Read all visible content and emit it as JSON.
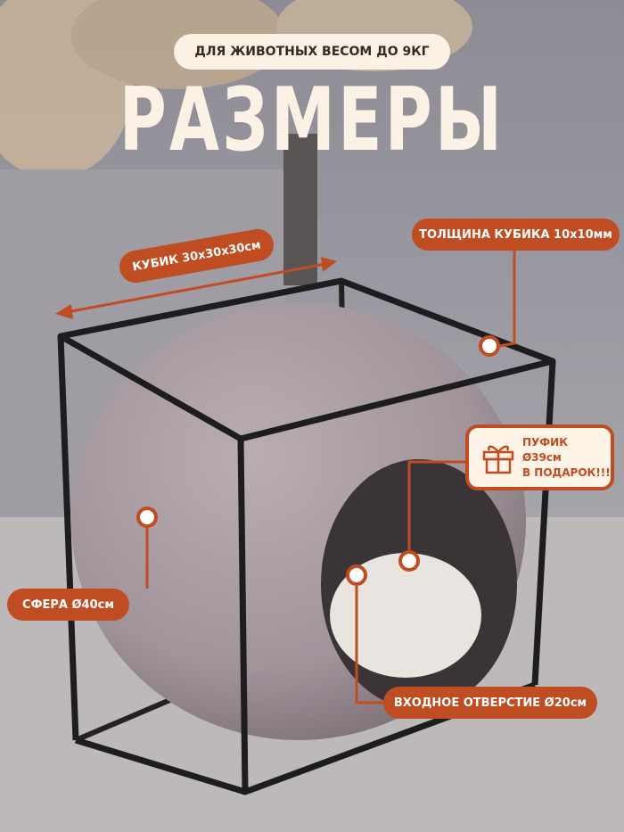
{
  "header": {
    "subtitle": "ДЛЯ ЖИВОТНЫХ ВЕСОМ ДО 9КГ",
    "title": "РАЗМЕРЫ"
  },
  "labels": {
    "cube": "КУБИК 30x30x30см",
    "thickness": "ТОЛЩИНА КУБИКА 10x10мм",
    "sphere": "СФЕРА Ø40см",
    "opening": "ВХОДНОЕ ОТВЕРСТИЕ Ø20см"
  },
  "gift": {
    "line1": "ПУФИК Ø39см",
    "line2": "В ПОДАРОК!!!",
    "icon": "gift-icon"
  },
  "colors": {
    "accent": "#c04d22",
    "cream": "#fbf1e4"
  }
}
